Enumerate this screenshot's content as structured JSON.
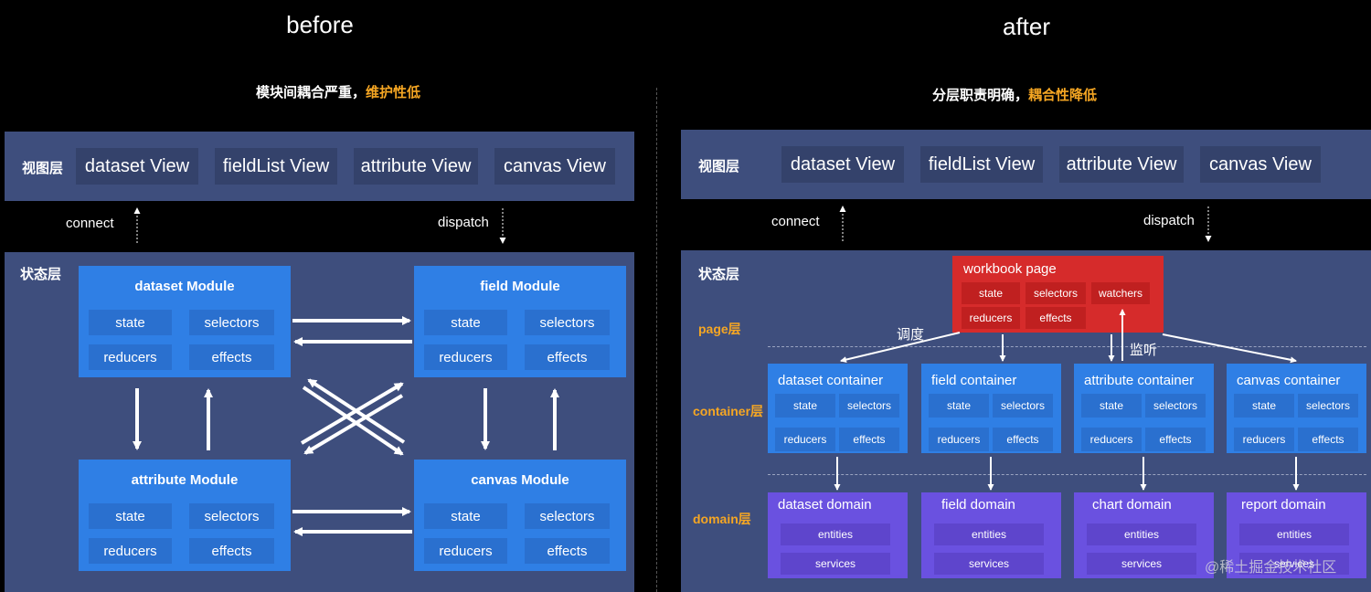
{
  "before": {
    "title": "before",
    "subtitle_plain": "模块间耦合严重，",
    "subtitle_highlight": "维护性低",
    "view_layer_label": "视图层",
    "views": [
      "dataset View",
      "fieldList View",
      "attribute View",
      "canvas View"
    ],
    "connect_label": "connect",
    "dispatch_label": "dispatch",
    "state_layer_label": "状态层",
    "modules": [
      {
        "title": "dataset Module",
        "cells": [
          "state",
          "selectors",
          "reducers",
          "effects"
        ]
      },
      {
        "title": "field Module",
        "cells": [
          "state",
          "selectors",
          "reducers",
          "effects"
        ]
      },
      {
        "title": "attribute Module",
        "cells": [
          "state",
          "selectors",
          "reducers",
          "effects"
        ]
      },
      {
        "title": "canvas Module",
        "cells": [
          "state",
          "selectors",
          "reducers",
          "effects"
        ]
      }
    ]
  },
  "after": {
    "title": "after",
    "subtitle_plain": "分层职责明确，",
    "subtitle_highlight": "耦合性降低",
    "view_layer_label": "视图层",
    "views": [
      "dataset View",
      "fieldList View",
      "attribute View",
      "canvas View"
    ],
    "connect_label": "connect",
    "dispatch_label": "dispatch",
    "state_layer_label": "状态层",
    "page_layer_label": "page层",
    "container_layer_label": "container层",
    "domain_layer_label": "domain层",
    "page": {
      "title": "workbook page",
      "cells": [
        "state",
        "selectors",
        "watchers",
        "reducers",
        "effects"
      ]
    },
    "dispatch_note": "调度",
    "listen_note": "监听",
    "containers": [
      {
        "title": "dataset container",
        "cells": [
          "state",
          "selectors",
          "reducers",
          "effects"
        ]
      },
      {
        "title": "field container",
        "cells": [
          "state",
          "selectors",
          "reducers",
          "effects"
        ]
      },
      {
        "title": "attribute container",
        "cells": [
          "state",
          "selectors",
          "reducers",
          "effects"
        ]
      },
      {
        "title": "canvas container",
        "cells": [
          "state",
          "selectors",
          "reducers",
          "effects"
        ]
      }
    ],
    "domains": [
      {
        "title": "dataset domain",
        "cells": [
          "entities",
          "services"
        ]
      },
      {
        "title": "field domain",
        "cells": [
          "entities",
          "services"
        ]
      },
      {
        "title": "chart domain",
        "cells": [
          "entities",
          "services"
        ]
      },
      {
        "title": "report domain",
        "cells": [
          "entities",
          "services"
        ]
      }
    ]
  },
  "watermark": "@稀土掘金技术社区",
  "colors": {
    "background": "#000000",
    "layer_band": "#3e4e7d",
    "view_box": "#34426b",
    "module_blue": "#2f7fe5",
    "domain_purple": "#6a51e0",
    "page_red": "#d62b2b",
    "highlight_orange": "#f5a623"
  }
}
